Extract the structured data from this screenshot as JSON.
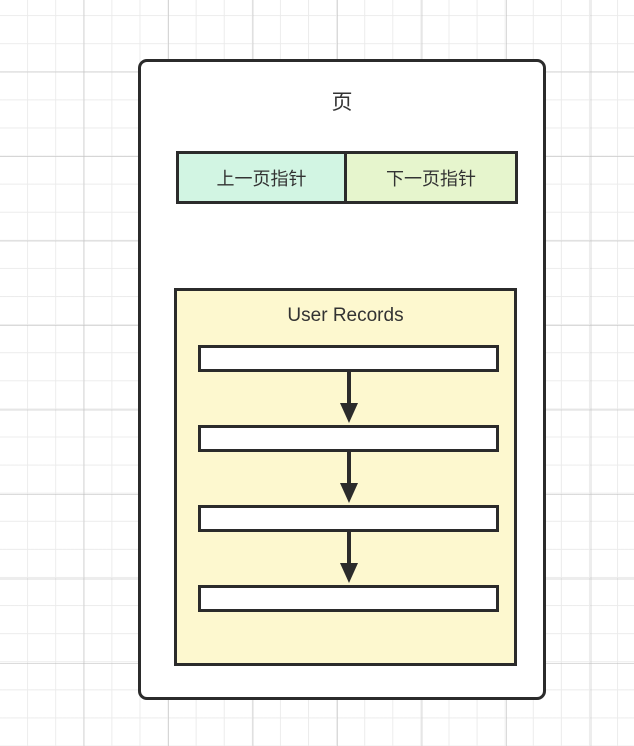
{
  "diagram": {
    "type": "block-diagram",
    "background": "graph-paper-grid",
    "grid_color": "#ebebeb",
    "border_color": "#2b2b2b",
    "text_color": "#333333",
    "page_card": {
      "title": "页",
      "pointers": [
        {
          "label": "上一页指针",
          "color": "#d2f5e3",
          "name": "prev-page-pointer"
        },
        {
          "label": "下一页指针",
          "color": "#e6f5cd",
          "name": "next-page-pointer"
        }
      ],
      "user_records": {
        "title": "User Records",
        "color": "#fdf8cf",
        "records": [
          {
            "label": ""
          },
          {
            "label": ""
          },
          {
            "label": ""
          },
          {
            "label": ""
          }
        ],
        "arrow_count": 3,
        "arrow_direction": "down"
      }
    }
  }
}
